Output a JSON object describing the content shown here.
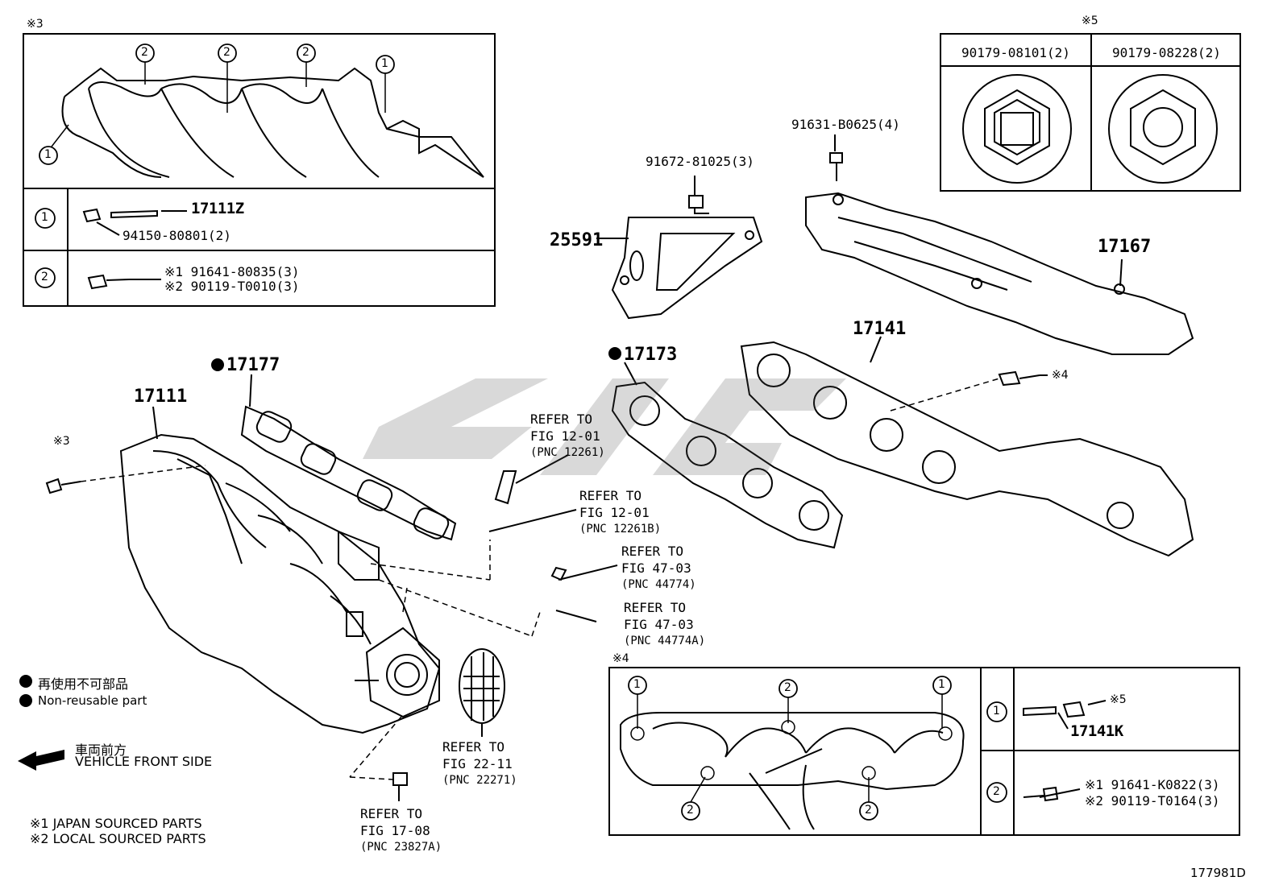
{
  "boxes": {
    "box3": {
      "mark": "※3",
      "row1": {
        "circle": "1",
        "part_a": "17111Z",
        "part_b": "94150-80801(2)"
      },
      "row2": {
        "circle": "2",
        "line1": "※1 91641-80835(3)",
        "line2": "※2 90119-T0010(3)"
      },
      "callouts": [
        "1",
        "2",
        "2",
        "2",
        "1"
      ]
    },
    "box5": {
      "mark": "※5",
      "col1": "90179-08101(2)",
      "col2": "90179-08228(2)"
    },
    "box4": {
      "mark": "※4",
      "row1": {
        "circle": "1",
        "part_a": "17141K",
        "mark": "※5"
      },
      "row2": {
        "circle": "2",
        "line1": "※1 91641-K0822(3)",
        "line2": "※2 90119-T0164(3)"
      },
      "callouts": [
        "1",
        "2",
        "1",
        "2",
        "2"
      ]
    }
  },
  "parts": {
    "p17111": "17111",
    "p17177": "17177",
    "p17173": "17173",
    "p17141": "17141",
    "p17167": "17167",
    "p25591": "25591",
    "p91672": "91672-81025(3)",
    "p91631": "91631-B0625(4)",
    "mark3": "※3",
    "mark4": "※4"
  },
  "refs": [
    {
      "l1": "REFER TO",
      "l2": "FIG 12-01",
      "l3": "(PNC 12261)"
    },
    {
      "l1": "REFER TO",
      "l2": "FIG 12-01",
      "l3": "(PNC 12261B)"
    },
    {
      "l1": "REFER TO",
      "l2": "FIG 47-03",
      "l3": "(PNC 44774)"
    },
    {
      "l1": "REFER TO",
      "l2": "FIG 47-03",
      "l3": "(PNC 44774A)"
    },
    {
      "l1": "REFER TO",
      "l2": "FIG 22-11",
      "l3": "(PNC 22271)"
    },
    {
      "l1": "REFER TO",
      "l2": "FIG 17-08",
      "l3": "(PNC 23827A)"
    }
  ],
  "legend": {
    "jp": "再使用不可部品",
    "en": "Non-reusable part",
    "front_jp": "車両前方",
    "front_en": "VEHICLE FRONT SIDE",
    "note1": "※1 JAPAN SOURCED PARTS",
    "note2": "※2 LOCAL SOURCED PARTS"
  },
  "figure_id": "177981D"
}
